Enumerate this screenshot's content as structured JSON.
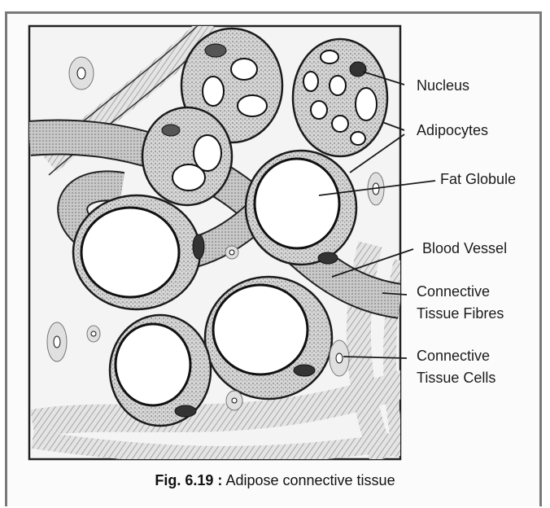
{
  "labels": {
    "nucleus": "Nucleus",
    "adipocytes": "Adipocytes",
    "fat_globule": "Fat Globule",
    "blood_vessel": "Blood Vessel",
    "connective_fibres_line1": "Connective",
    "connective_fibres_line2": "Tissue Fibres",
    "connective_cells_line1": "Connective",
    "connective_cells_line2": "Tissue Cells"
  },
  "caption": {
    "figure_number": "Fig. 6.19 :",
    "text": "Adipose connective tissue"
  },
  "colors": {
    "frame": "#7a7a7a",
    "ink": "#1b1b1b",
    "stipple": "#9a9a9a",
    "globule": "#ffffff"
  }
}
